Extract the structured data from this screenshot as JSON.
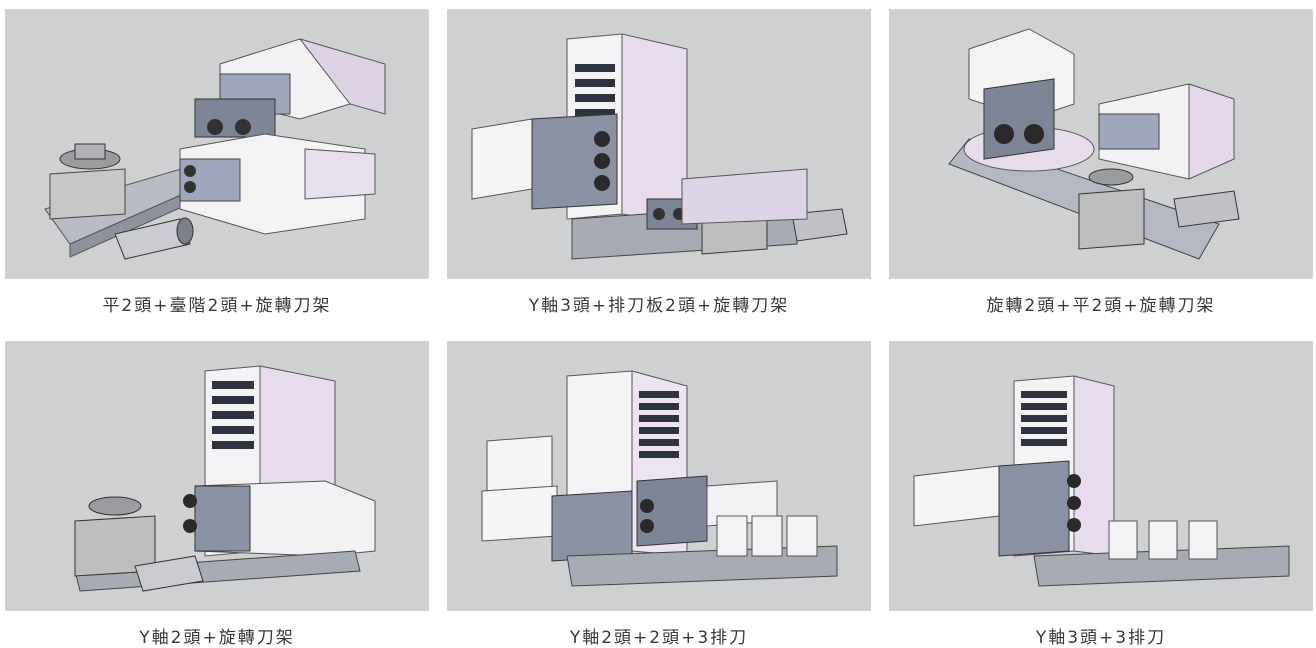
{
  "gallery": {
    "items": [
      {
        "caption": "平2頭+臺階2頭+旋轉刀架",
        "image": "turret-plus-side-heads-model"
      },
      {
        "caption": "Y軸3頭+排刀板2頭+旋轉刀架",
        "image": "y-axis-tower-gang-turret-model"
      },
      {
        "caption": "旋轉2頭+平2頭+旋轉刀架",
        "image": "rotary-heads-turret-model"
      },
      {
        "caption": "Y軸2頭+旋轉刀架",
        "image": "y-axis-2-head-turret-model"
      },
      {
        "caption": "Y軸2頭+2頭+3排刀",
        "image": "y-axis-gang-3-row-model"
      },
      {
        "caption": "Y軸3頭+3排刀",
        "image": "y-axis-3-head-gang-model"
      }
    ]
  },
  "colors": {
    "image_bg": "#cfd0d1",
    "caption_text": "#3a3a3a",
    "machine_face": "#f4f4f6",
    "machine_side": "#d9cde0",
    "machine_dark": "#6e7380",
    "metal": "#a9acb2"
  }
}
